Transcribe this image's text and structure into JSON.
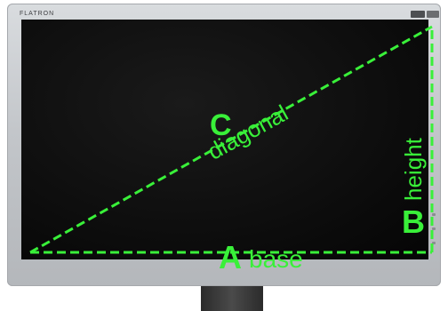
{
  "monitor": {
    "brand": "FLATRON"
  },
  "labels": {
    "diagonal_letter": "C",
    "diagonal_word": "diagonal",
    "height_letter": "B",
    "height_word": "height",
    "base_letter": "A",
    "base_word": "base"
  },
  "colors": {
    "accent": "#39f039",
    "screen": "#0b0b0b",
    "bezel": "#c3c6ca"
  }
}
